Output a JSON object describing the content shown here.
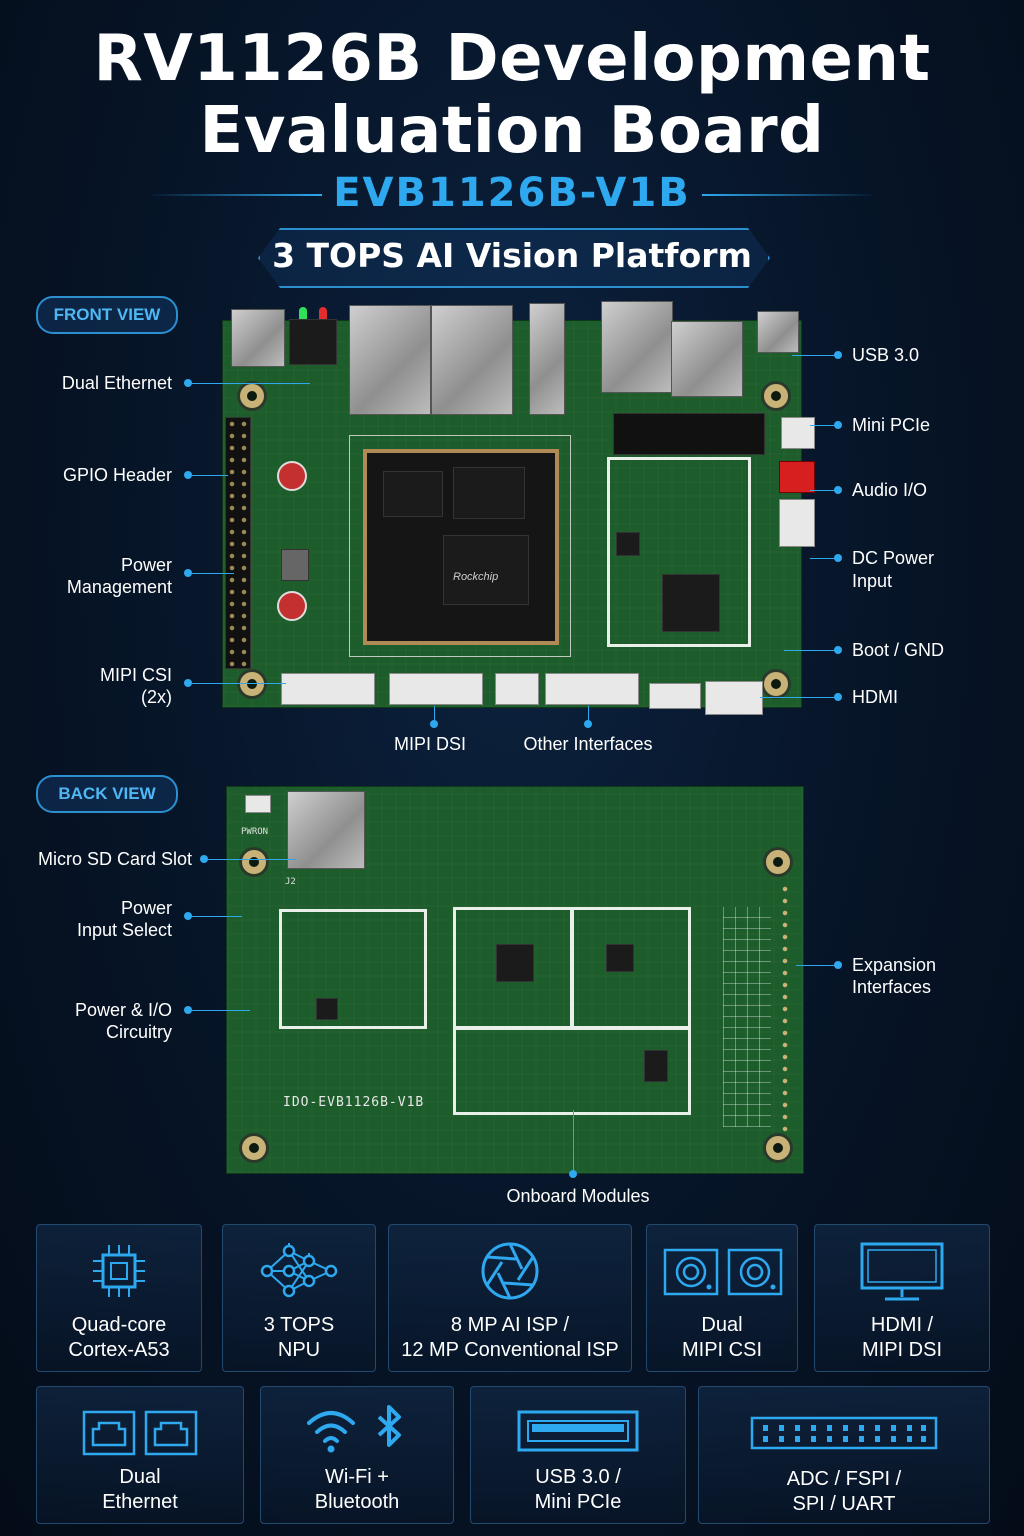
{
  "header": {
    "title_line1": "RV1126B Development",
    "title_line2": "Evaluation Board",
    "model": "EVB1126B-V1B",
    "tagline": "3 TOPS AI Vision Platform"
  },
  "front_view": {
    "badge": "FRONT VIEW",
    "labels_left": {
      "dual_ethernet": "Dual Ethernet",
      "gpio_header": "GPIO Header",
      "power_mgmt_1": "Power",
      "power_mgmt_2": "Management",
      "mipi_csi_1": "MIPI CSI",
      "mipi_csi_2": "(2x)"
    },
    "labels_right": {
      "usb30": "USB 3.0",
      "mini_pcie": "Mini PCIe",
      "audio_io": "Audio I/O",
      "dc_power_1": "DC Power",
      "dc_power_2": "Input",
      "boot_gnd": "Boot / GND",
      "hdmi": "HDMI"
    },
    "labels_bottom": {
      "mipi_dsi": "MIPI DSI",
      "other_interfaces": "Other Interfaces"
    },
    "silk": {
      "core_brand": "Rockchip"
    }
  },
  "back_view": {
    "badge": "BACK VIEW",
    "labels_left": {
      "micro_sd": "Micro SD Card Slot",
      "power_input_1": "Power",
      "power_input_2": "Input Select",
      "power_io_1": "Power & I/O",
      "power_io_2": "Circuitry"
    },
    "labels_right": {
      "expansion_1": "Expansion",
      "expansion_2": "Interfaces"
    },
    "labels_bottom": {
      "onboard_modules": "Onboard Modules"
    },
    "silk": {
      "board_id": "IDO-EVB1126B-V1B",
      "pwron": "PWRON",
      "j2": "J2"
    }
  },
  "features": [
    {
      "line1": "Quad-core",
      "line2": "Cortex-A53",
      "icon": "cpu-icon"
    },
    {
      "line1": "3 TOPS",
      "line2": "NPU",
      "icon": "neural-network-icon"
    },
    {
      "line1": "8 MP AI ISP /",
      "line2": "12 MP Conventional ISP",
      "icon": "camera-aperture-icon"
    },
    {
      "line1": "Dual",
      "line2": "MIPI CSI",
      "icon": "camera-module-icon"
    },
    {
      "line1": "HDMI /",
      "line2": "MIPI DSI",
      "icon": "monitor-icon"
    },
    {
      "line1": "Dual",
      "line2": "Ethernet",
      "icon": "ethernet-port-icon"
    },
    {
      "line1": "Wi-Fi +",
      "line2": "Bluetooth",
      "icon": "wifi-bluetooth-icon"
    },
    {
      "line1": "USB 3.0 /",
      "line2": "Mini PCIe",
      "icon": "usb-port-icon"
    },
    {
      "line1": "ADC / FSPI /",
      "line2": "SPI / UART",
      "icon": "pin-header-icon"
    }
  ],
  "colors": {
    "accent": "#2ea8ee",
    "background": "#07162a",
    "pcb_green": "#1d5c2b"
  }
}
